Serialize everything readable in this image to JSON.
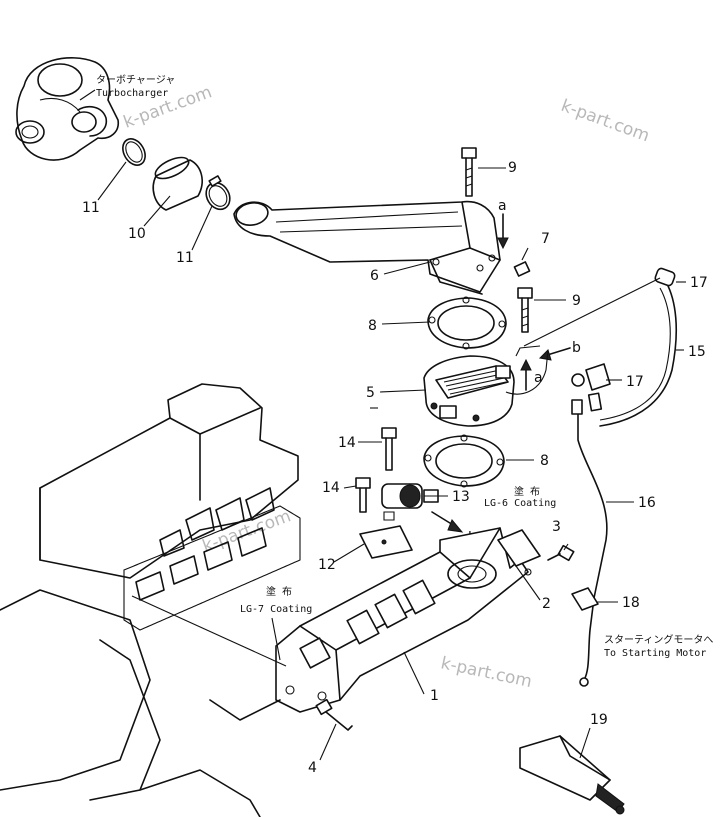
{
  "watermark": "k-part.com",
  "labels": {
    "turbocharger_jp": "ターボチャージャ",
    "turbocharger_en": "Turbocharger",
    "lg6_jp": "塗 布",
    "lg6_en": "LG-6  Coating",
    "lg7_jp": "塗 布",
    "lg7_en": "LG-7  Coating",
    "starter_jp": "スターティングモータへ",
    "starter_en": "To  Starting  Motor",
    "ref_a": "a",
    "ref_b": "b"
  },
  "parts": {
    "p1": "1",
    "p2": "2",
    "p3": "3",
    "p4": "4",
    "p5": "5",
    "p6": "6",
    "p7": "7",
    "p8a": "8",
    "p8b": "8",
    "p9a": "9",
    "p9b": "9",
    "p10": "10",
    "p11a": "11",
    "p11b": "11",
    "p12": "12",
    "p13": "13",
    "p14a": "14",
    "p14b": "14",
    "p15": "15",
    "p16": "16",
    "p17a": "17",
    "p17b": "17",
    "p18": "18",
    "p19": "19"
  }
}
